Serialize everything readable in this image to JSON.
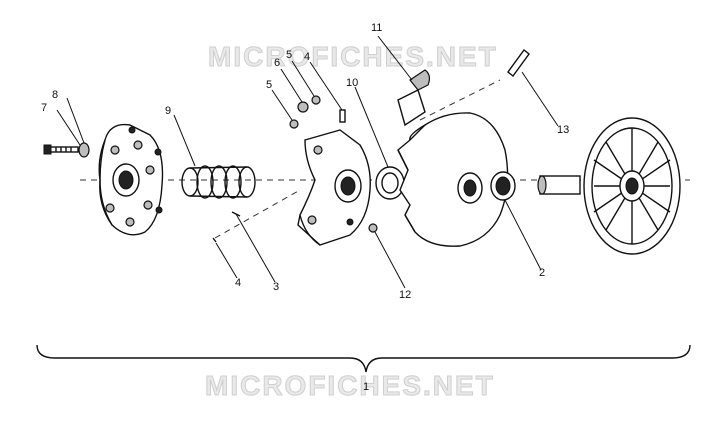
{
  "watermarks": {
    "top": "MICROFICHES.NET",
    "bottom": "MICROFICHES.NET"
  },
  "callouts": {
    "c1": "1",
    "c2": "2",
    "c3": "3",
    "c4a": "4",
    "c4b": "4",
    "c5a": "5",
    "c5b": "5",
    "c6": "6",
    "c7": "7",
    "c8": "8",
    "c9": "9",
    "c10": "10",
    "c11": "11",
    "c12": "12",
    "c13": "13"
  }
}
